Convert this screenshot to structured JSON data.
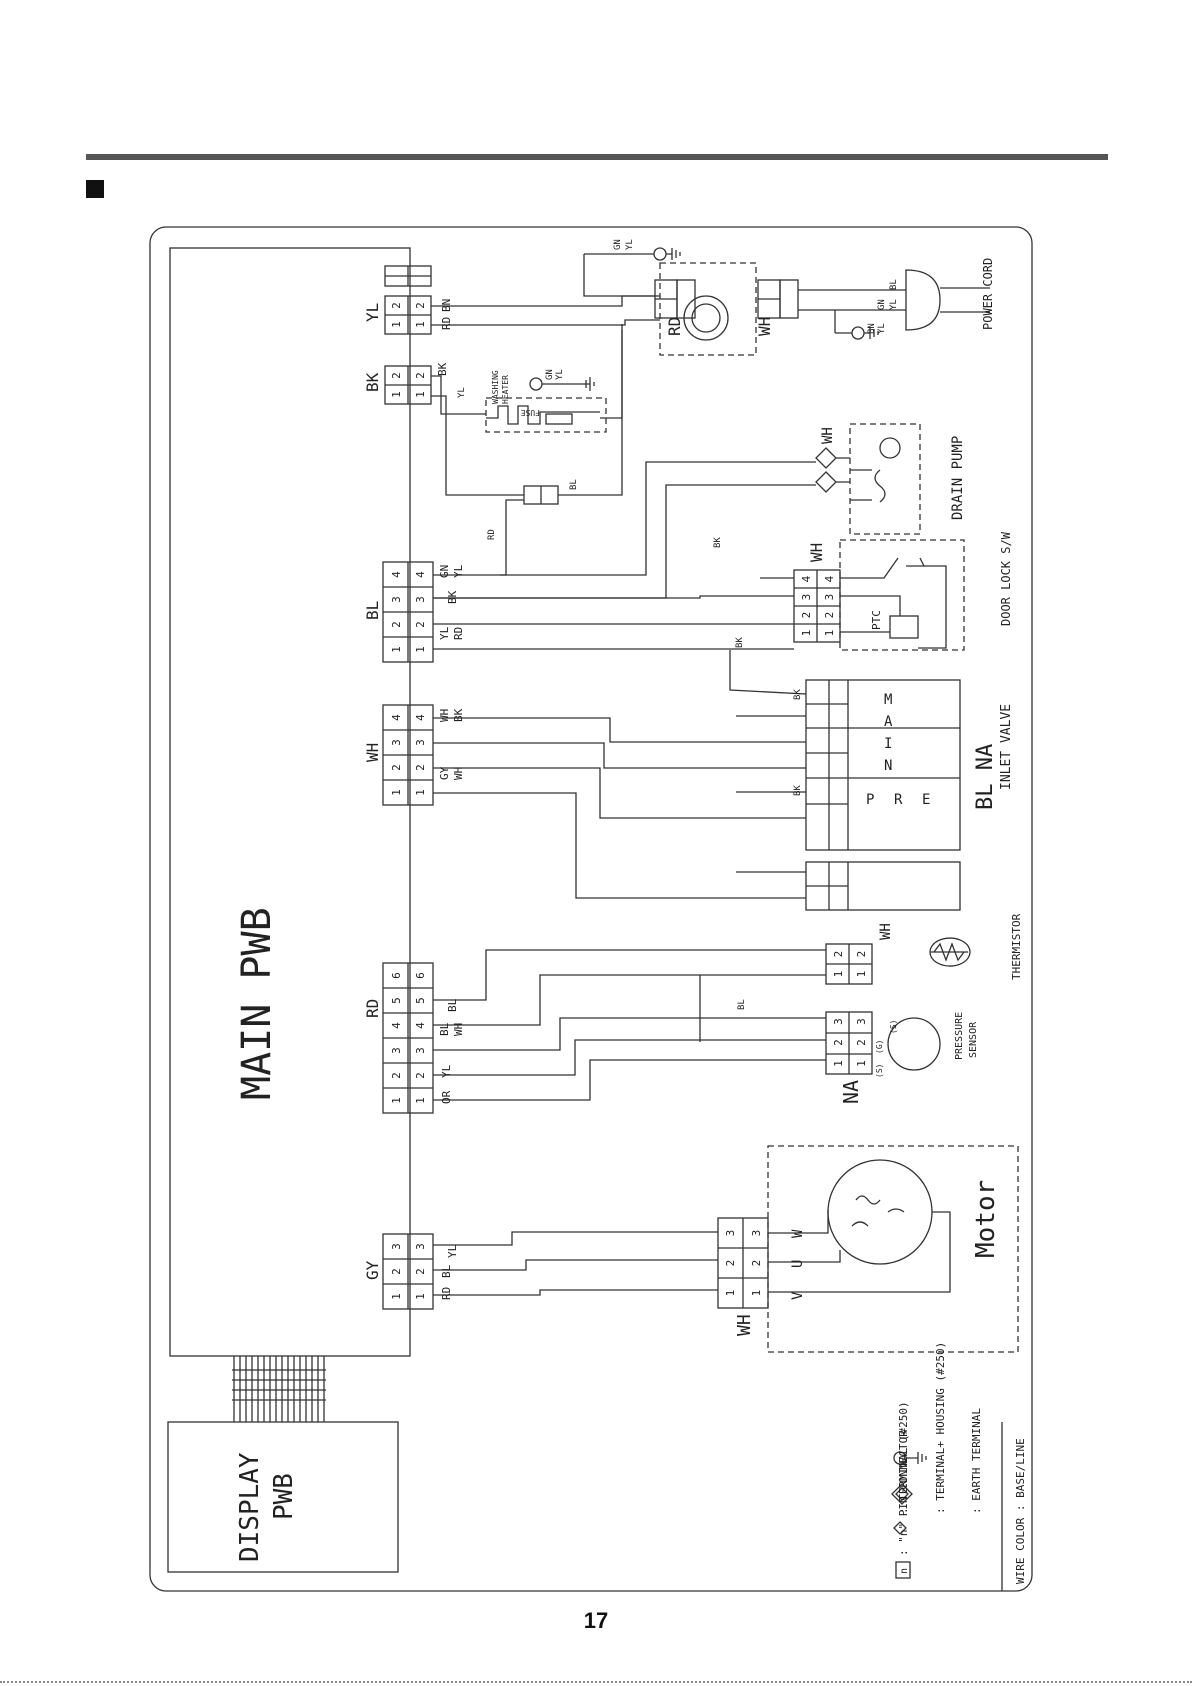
{
  "page": {
    "number": "17"
  },
  "boards": {
    "main": "MAIN PWB",
    "display_line1": "DISPLAY",
    "display_line2": "PWB"
  },
  "connectors": {
    "yl": "YL",
    "bk": "BK",
    "bl": "BL",
    "wh": "WH",
    "rd": "RD",
    "gy": "GY"
  },
  "components": {
    "washing_heater_1": "WASHING",
    "washing_heater_2": "HEATER",
    "fuse": "FUSE",
    "power_cord": "POWER CORD",
    "drain_pump": "DRAIN PUMP",
    "door_lock": "DOOR LOCK S/W",
    "ptc": "PTC",
    "inlet_valve": "INLET VALVE",
    "inlet_tag": "BL  NA",
    "main_letters": [
      "M",
      "A",
      "I",
      "N"
    ],
    "pre_letters": [
      "P",
      "R",
      "E"
    ],
    "thermistor": "THERMISTOR",
    "pressure_1": "PRESSURE",
    "pressure_2": "SENSOR",
    "pressure_tag": "NA",
    "motor": "Motor",
    "motor_tag": "WH",
    "motor_phases": [
      "V",
      "U",
      "W"
    ],
    "relay_rd": "RD",
    "relay_wh": "WH",
    "pump_wh": "WH",
    "lock_wh": "WH",
    "thermistor_wh": "WH"
  },
  "legend": {
    "pin": ": \"n\" PIN CONNECTOR",
    "pin_symbol": "n",
    "terminal": ": TERMINAL (#250)",
    "terminal_housing": ": TERMINAL+ HOUSING (#250)",
    "earth": ": EARTH TERMINAL",
    "wire_color": "WIRE COLOR : BASE/LINE"
  },
  "wires": {
    "yl": [
      "RD",
      "BN"
    ],
    "bk": [
      "BK"
    ],
    "bl_top": [
      "GN",
      "YL"
    ],
    "bl_3": "BK",
    "bl_bottom": [
      "YL",
      "RD"
    ],
    "wh_top": [
      "WH",
      "BK"
    ],
    "wh_bottom": [
      "GY",
      "WH"
    ],
    "rd_4": "BL",
    "rd_3": [
      "BL",
      "WH"
    ],
    "rd_bottom": [
      "OR",
      "YL"
    ],
    "gy_3": "YL",
    "gy_bottom": [
      "RD",
      "BL"
    ],
    "heater_yl": "YL",
    "heater_gnyl": [
      "GN",
      "YL"
    ],
    "relay_rd": "RD",
    "relay_bl": "BL",
    "pump_bk": "BK",
    "lock_bk": "BK",
    "valve_bk1": "BK",
    "valve_bk2": "BK",
    "pres_bl": "BL",
    "earth_top": [
      "GN",
      "YL"
    ],
    "cord_top": [
      "GN",
      "YL",
      "BL"
    ],
    "cord_bottom": [
      "BN",
      "YL"
    ],
    "sensor_pins": [
      "(S)",
      "(G)",
      "(S)"
    ]
  }
}
